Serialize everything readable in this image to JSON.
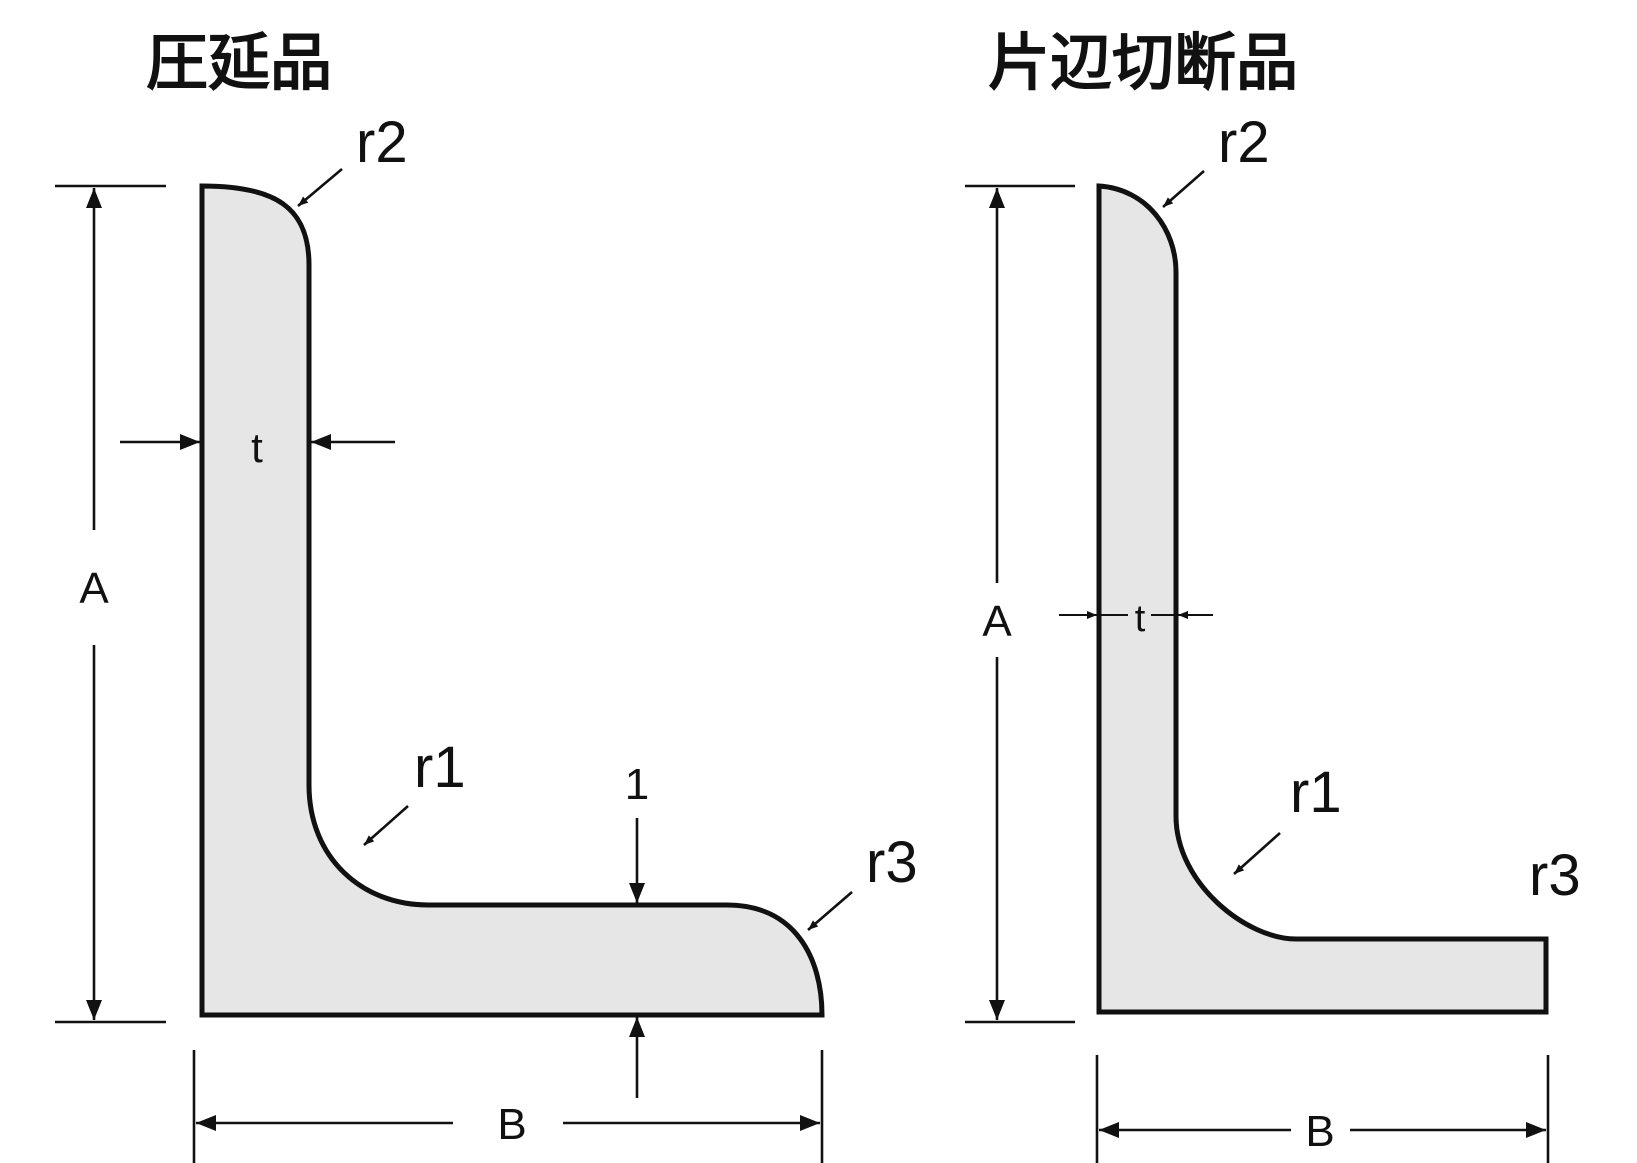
{
  "figures": [
    {
      "title": "圧延品",
      "labels": {
        "corner_inner": "r1",
        "corner_top": "r2",
        "corner_end": "r3",
        "height": "A",
        "width": "B",
        "thickness_vertical": "t",
        "thickness_horizontal": "1"
      }
    },
    {
      "title": "片辺切断品",
      "labels": {
        "corner_inner": "r1",
        "corner_top": "r2",
        "corner_end": "r3",
        "height": "A",
        "width": "B",
        "thickness_vertical": "t"
      }
    }
  ],
  "colors": {
    "profile_fill": "#e6e6e7",
    "line": "#111111"
  }
}
